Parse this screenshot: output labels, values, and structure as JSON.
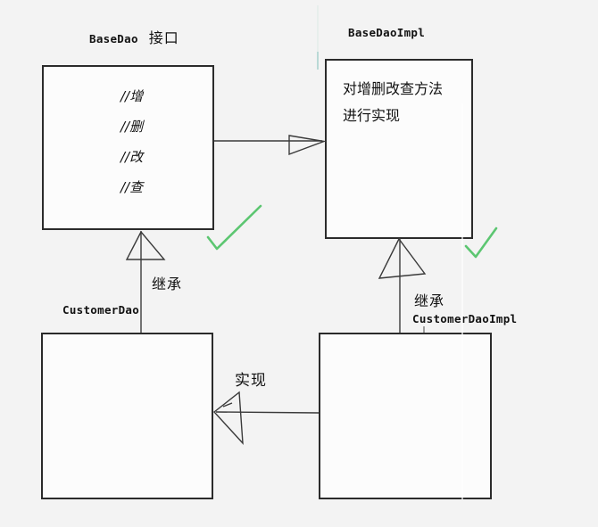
{
  "diagram": {
    "nodes": {
      "basedao": {
        "title": "BaseDao",
        "title_suffix": "接口",
        "lines": [
          "//增",
          "//删",
          "//改",
          "//查"
        ]
      },
      "basedaoimpl": {
        "title": "BaseDaoImpl",
        "lines": [
          "对增删改查方法",
          "进行实现"
        ]
      },
      "customerdao": {
        "title": "CustomerDao"
      },
      "customerdaoimpl": {
        "title": "CustomerDaoImpl"
      }
    },
    "edges": {
      "realize_top": {
        "label": ""
      },
      "inherit_left": {
        "label": "继承"
      },
      "inherit_right": {
        "label": "继承"
      },
      "realize_bottom": {
        "label": "实现"
      }
    },
    "icons": {
      "check_left": "checkmark-icon",
      "check_right": "checkmark-icon"
    },
    "colors": {
      "background": "#f3f3f3",
      "box_fill": "#fcfcfc",
      "box_border": "#2b2b2b",
      "line": "#3a3a3a",
      "text": "#111111",
      "check_green": "#5cc671"
    }
  }
}
